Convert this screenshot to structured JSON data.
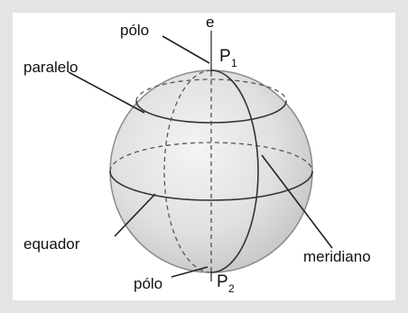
{
  "labels": {
    "polo_top": "pólo",
    "axis": "e",
    "p1_letter": "P",
    "p1_sub": "1",
    "paralelo": "paralelo",
    "equador": "equador",
    "meridiano": "meridiano",
    "polo_bottom": "pólo",
    "p2_letter": "P",
    "p2_sub": "2"
  },
  "colors": {
    "sphere_fill": "#e2e2e2",
    "sphere_edge": "#8a8a8a",
    "line": "#222222",
    "background": "#e4e4e4",
    "panel": "#ffffff"
  }
}
